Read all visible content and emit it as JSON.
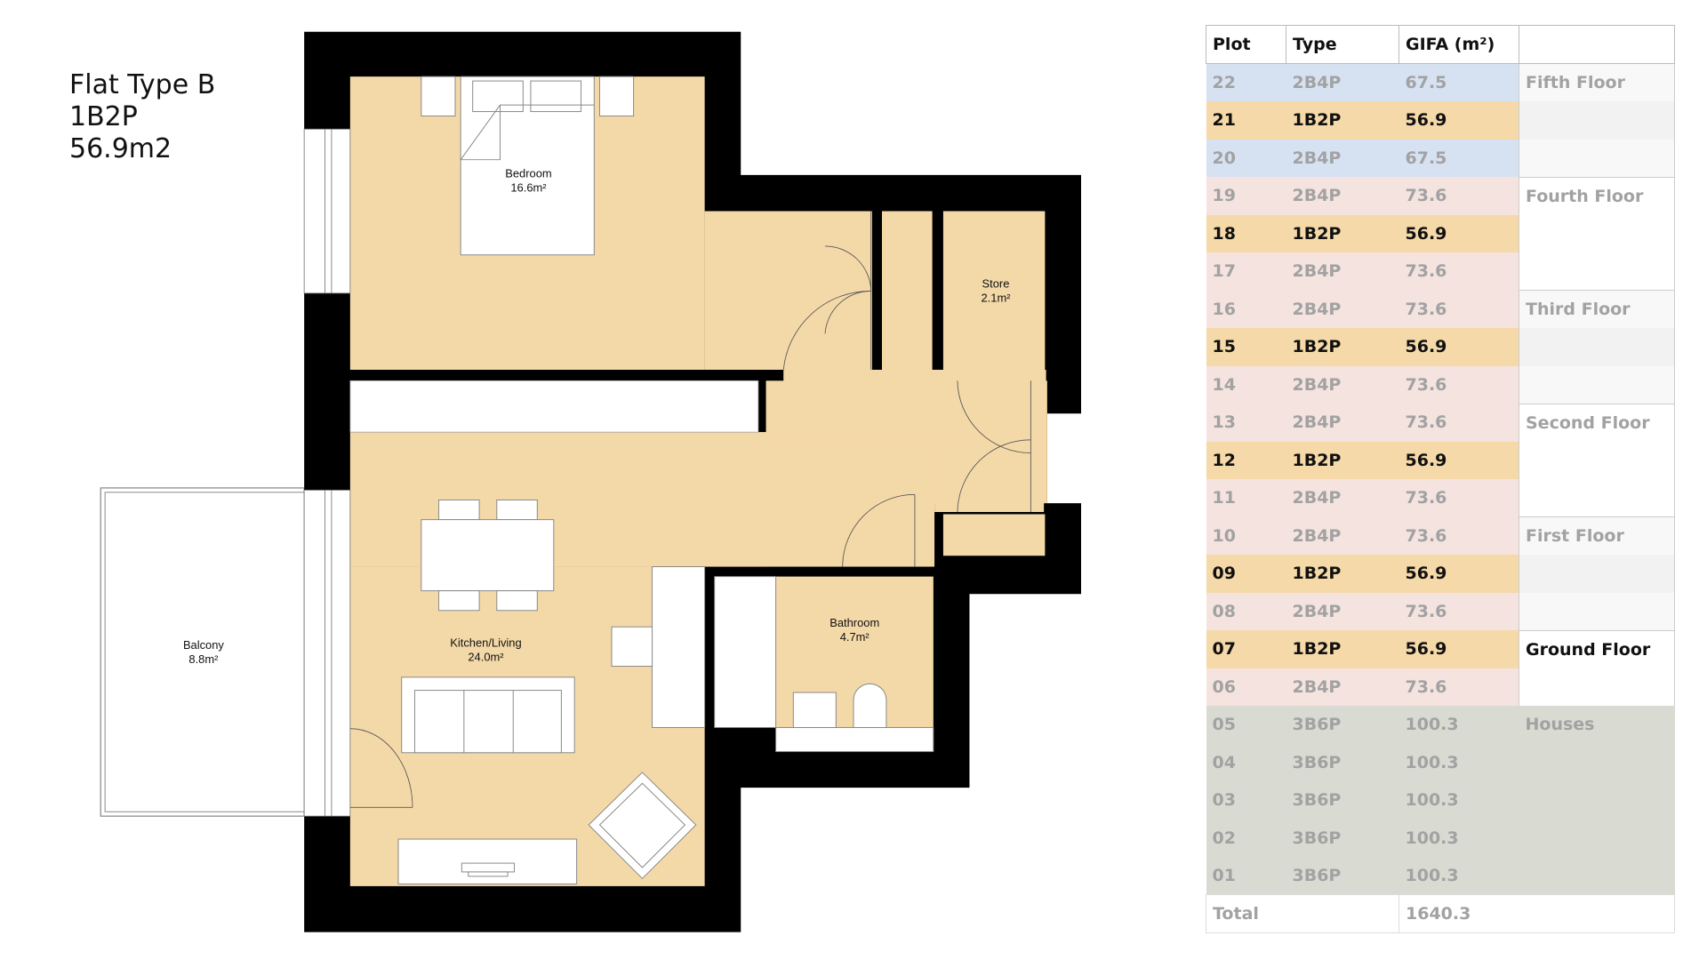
{
  "title": {
    "line1": "Flat Type B",
    "line2": "1B2P",
    "line3": "56.9m2"
  },
  "rooms": {
    "bedroom": {
      "name": "Bedroom",
      "area": "16.6m²"
    },
    "store": {
      "name": "Store",
      "area": "2.1m²"
    },
    "kitchen": {
      "name": "Kitchen/Living",
      "area": "24.0m²"
    },
    "bathroom": {
      "name": "Bathroom",
      "area": "4.7m²"
    },
    "balcony": {
      "name": "Balcony",
      "area": "8.8m²"
    }
  },
  "schedule": {
    "headers": [
      "Plot",
      "Type",
      "GIFA (m²)",
      ""
    ],
    "rows": [
      {
        "plot": "22",
        "type": "2B4P",
        "gifa": "67.5",
        "floor": "Fifth Floor",
        "tone": "blue",
        "fshade": "s1",
        "ftop": true
      },
      {
        "plot": "21",
        "type": "1B2P",
        "gifa": "56.9",
        "floor": "",
        "tone": "orange",
        "fshade": "s2"
      },
      {
        "plot": "20",
        "type": "2B4P",
        "gifa": "67.5",
        "floor": "",
        "tone": "blue",
        "fshade": "s1"
      },
      {
        "plot": "19",
        "type": "2B4P",
        "gifa": "73.6",
        "floor": "Fourth Floor",
        "tone": "pink",
        "fshade": "",
        "ftop": true
      },
      {
        "plot": "18",
        "type": "1B2P",
        "gifa": "56.9",
        "floor": "",
        "tone": "orange",
        "fshade": ""
      },
      {
        "plot": "17",
        "type": "2B4P",
        "gifa": "73.6",
        "floor": "",
        "tone": "pink",
        "fshade": ""
      },
      {
        "plot": "16",
        "type": "2B4P",
        "gifa": "73.6",
        "floor": "Third Floor",
        "tone": "pink",
        "fshade": "s1",
        "ftop": true
      },
      {
        "plot": "15",
        "type": "1B2P",
        "gifa": "56.9",
        "floor": "",
        "tone": "orange",
        "fshade": "s2"
      },
      {
        "plot": "14",
        "type": "2B4P",
        "gifa": "73.6",
        "floor": "",
        "tone": "pink",
        "fshade": "s1"
      },
      {
        "plot": "13",
        "type": "2B4P",
        "gifa": "73.6",
        "floor": "Second Floor",
        "tone": "pink",
        "fshade": "",
        "ftop": true
      },
      {
        "plot": "12",
        "type": "1B2P",
        "gifa": "56.9",
        "floor": "",
        "tone": "orange",
        "fshade": ""
      },
      {
        "plot": "11",
        "type": "2B4P",
        "gifa": "73.6",
        "floor": "",
        "tone": "pink",
        "fshade": ""
      },
      {
        "plot": "10",
        "type": "2B4P",
        "gifa": "73.6",
        "floor": "First Floor",
        "tone": "pink",
        "fshade": "s1",
        "ftop": true
      },
      {
        "plot": "09",
        "type": "1B2P",
        "gifa": "56.9",
        "floor": "",
        "tone": "orange",
        "fshade": "s2"
      },
      {
        "plot": "08",
        "type": "2B4P",
        "gifa": "73.6",
        "floor": "",
        "tone": "pink",
        "fshade": "s1"
      },
      {
        "plot": "07",
        "type": "1B2P",
        "gifa": "56.9",
        "floor": "Ground Floor",
        "tone": "orange",
        "fshade": "",
        "ftop": true,
        "fdark": true
      },
      {
        "plot": "06",
        "type": "2B4P",
        "gifa": "73.6",
        "floor": "",
        "tone": "pink",
        "fshade": ""
      },
      {
        "plot": "05",
        "type": "3B6P",
        "gifa": "100.3",
        "floor": "Houses",
        "tone": "green",
        "fshade": ""
      },
      {
        "plot": "04",
        "type": "3B6P",
        "gifa": "100.3",
        "floor": "",
        "tone": "green",
        "fshade": ""
      },
      {
        "plot": "03",
        "type": "3B6P",
        "gifa": "100.3",
        "floor": "",
        "tone": "green",
        "fshade": ""
      },
      {
        "plot": "02",
        "type": "3B6P",
        "gifa": "100.3",
        "floor": "",
        "tone": "green",
        "fshade": ""
      },
      {
        "plot": "01",
        "type": "3B6P",
        "gifa": "100.3",
        "floor": "",
        "tone": "green",
        "fshade": ""
      }
    ],
    "total_label": "Total",
    "total_value": "1640.3"
  },
  "colors": {
    "floor": "#f4d9a8",
    "wall": "#000000",
    "blue": "#d6e2f2",
    "orange": "#f5d9a8",
    "pink": "#f4e3de",
    "houses": "#d9dbd3"
  }
}
